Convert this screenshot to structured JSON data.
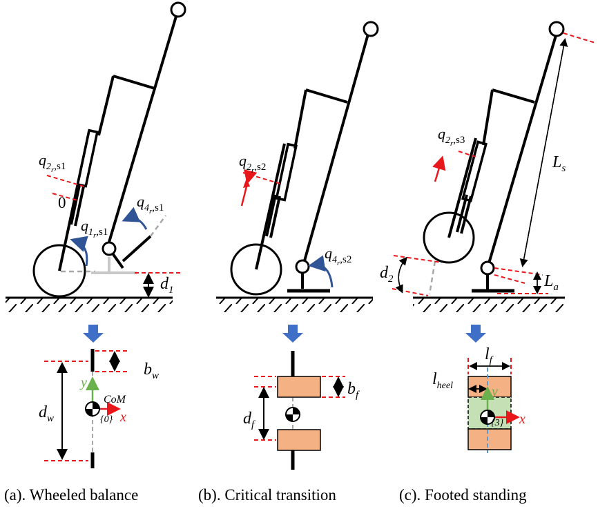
{
  "panels": [
    {
      "caption": "(a). Wheeled balance",
      "labels": {
        "q2": "q",
        "q2_sub": "2",
        "q2_sub2": "r",
        "q2_sub3": ",s1",
        "zero": "0",
        "q4": "q",
        "q4_sub": "4",
        "q4_sub2": "r",
        "q4_sub3": ",s1",
        "q1": "q",
        "q1_sub": "1",
        "q1_sub2": "r",
        "q1_sub3": ",s1",
        "d1": "d",
        "d1_sub": "1",
        "bw": "b",
        "bw_sub": "w",
        "dw": "d",
        "dw_sub": "w",
        "y": "y",
        "x": "x",
        "com": "CoM",
        "frame": "{0}"
      }
    },
    {
      "caption": "(b). Critical transition",
      "labels": {
        "q2": "q",
        "q2_sub": "2",
        "q2_sub2": "r",
        "q2_sub3": ",s2",
        "q4": "q",
        "q4_sub": "4",
        "q4_sub2": "r",
        "q4_sub3": ",s2",
        "bf": "b",
        "bf_sub": "f",
        "df": "d",
        "df_sub": "f"
      }
    },
    {
      "caption": "(c). Footed standing",
      "labels": {
        "q2": "q",
        "q2_sub": "2",
        "q2_sub2": "r",
        "q2_sub3": ",s3",
        "ls": "L",
        "ls_sub": "s",
        "la": "L",
        "la_sub": "a",
        "d2": "d",
        "d2_sub": "2",
        "lf": "l",
        "lf_sub": "f",
        "lheel": "l",
        "lheel_sub": "heel",
        "y": "y",
        "x": "x",
        "frame": "{3}"
      }
    }
  ],
  "colors": {
    "red": "#e8171b",
    "blue_arrow": "#3f6fc6",
    "curved_arrow": "#2f5597",
    "green": "#6ab04c",
    "foot_fill": "#f4b183",
    "support_fill": "#c5e0b4",
    "grey": "#a8a8a8",
    "light_blue": "#5b9bd5"
  }
}
